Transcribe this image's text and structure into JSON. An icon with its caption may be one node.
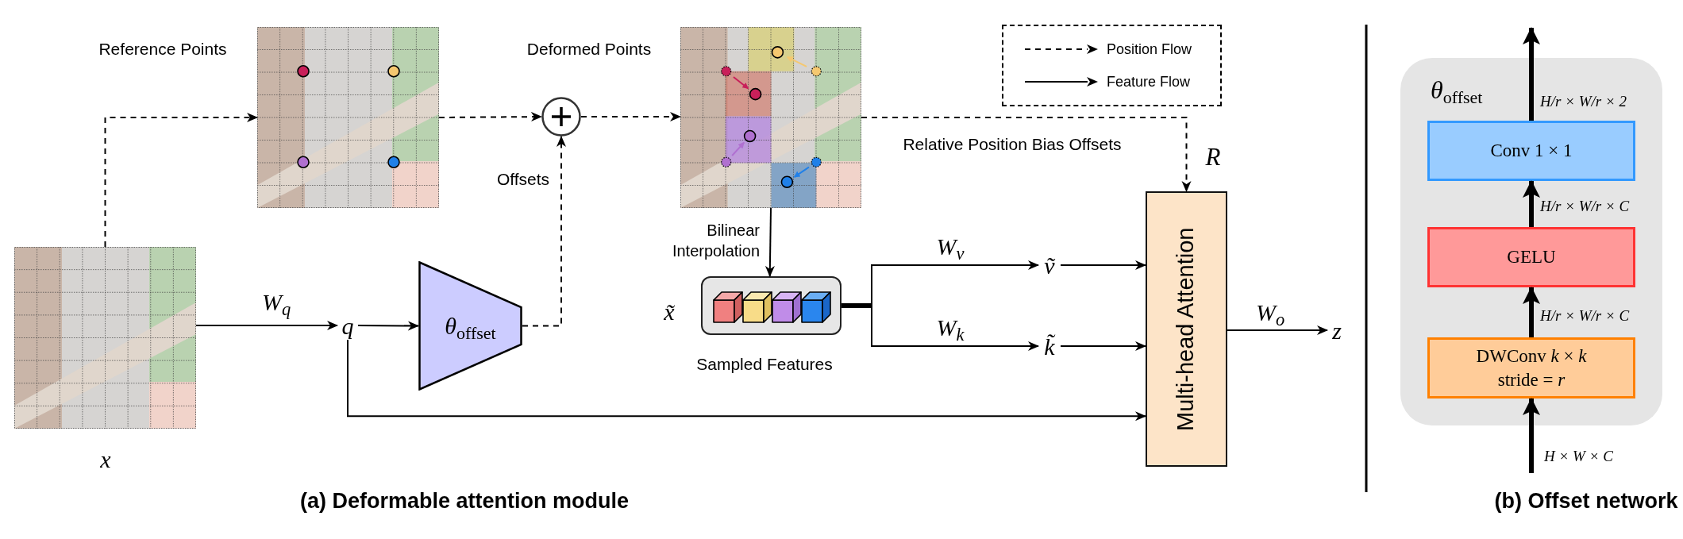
{
  "diagram": {
    "nodes": [
      {
        "text": [],
        "shape": "picture",
        "beside": [
          "x"
        ]
      },
      {
        "text": [],
        "shape": "picture",
        "beside": [
          "Reference Points"
        ]
      },
      {
        "text": [],
        "shape": "circle"
      },
      {
        "text": [],
        "shape": "picture",
        "beside": [
          "Deformed Points"
        ]
      },
      {
        "text": [
          "q"
        ]
      },
      {
        "text": [
          "θ$_{offset}$"
        ]
      },
      {
        "text": [],
        "shape": "box",
        "beside": [
          "x̃",
          "Sampled Features"
        ]
      },
      {
        "text": [
          "ṽ"
        ]
      },
      {
        "text": [
          "k̃"
        ]
      },
      {
        "text": [
          "Multi-head Attention"
        ]
      },
      {
        "text": [
          "z"
        ]
      },
      {
        "text": [
          "θ$_{offset}$"
        ]
      },
      {
        "text": [
          "Conv 1 × 1"
        ],
        "in": 11
      },
      {
        "text": [
          "GELU"
        ],
        "in": 11
      },
      {
        "text": [
          "DWConv *k* × *k*",
          "stride = *r*"
        ],
        "in": 11
      }
    ],
    "edges": [
      {
        "from": 0,
        "to": 1,
        "arrow": "to",
        "style": "dashed"
      },
      {
        "from": 1,
        "to": 2,
        "arrow": "to",
        "style": "dashed"
      },
      {
        "from": 5,
        "to": 2,
        "arrow": "to",
        "style": "dashed"
      },
      {
        "from": 2,
        "to": 3,
        "arrow": "to",
        "style": "dashed"
      },
      {
        "from": 3,
        "to": 9,
        "arrow": "to",
        "style": "dashed"
      },
      {
        "from": 0,
        "to": 4,
        "arrow": "to",
        "label": "W$_{q}$"
      },
      {
        "from": 4,
        "to": 5,
        "arrow": "to"
      },
      {
        "from": 4,
        "to": 9,
        "arrow": "to"
      },
      {
        "from": 3,
        "to": 6,
        "arrow": "to"
      },
      {
        "from": 6,
        "to": 7,
        "arrow": "to",
        "label": "W$_{v}$"
      },
      {
        "from": 6,
        "to": 8,
        "arrow": "to",
        "label": "W$_{k}$"
      },
      {
        "from": 7,
        "to": 9,
        "arrow": "to"
      },
      {
        "from": 8,
        "to": 9,
        "arrow": "to"
      },
      {
        "from": 9,
        "to": 10,
        "arrow": "to",
        "label": "W$_{o}$"
      },
      {
        "from": null,
        "to": 14,
        "arrow": "to",
        "label": "*H* × *W* × *C*",
        "style": "thick"
      },
      {
        "from": 14,
        "to": 13,
        "arrow": "to",
        "label": "*H*/*r* × *W*/*r* × *C*",
        "style": "thick"
      },
      {
        "from": 13,
        "to": 12,
        "arrow": "to",
        "label": "*H*/*r* × *W*/*r* × *C*",
        "style": "thick"
      },
      {
        "from": 12,
        "to": null,
        "arrow": "to",
        "label": "*H*/*r* × *W*/*r* × 2",
        "style": "thick"
      }
    ],
    "labels": [
      "Offsets",
      "Bilinear Interpolation",
      "Relative Position Bias Offsets",
      "R",
      "(a) Deformable attention module",
      "(b) Offset network"
    ],
    "legend": [
      {
        "text": "Position Flow"
      },
      {
        "text": "Feature Flow"
      }
    ]
  }
}
